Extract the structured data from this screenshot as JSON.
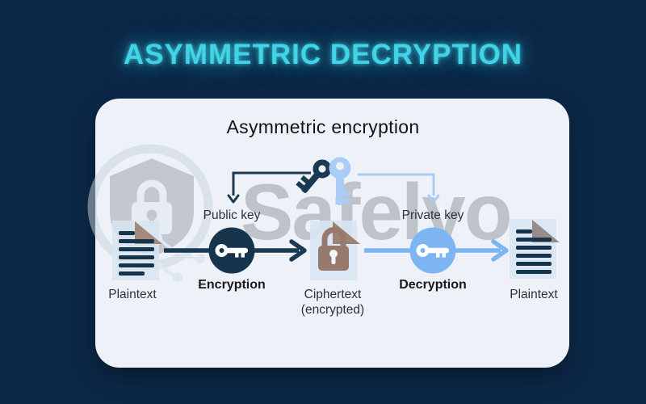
{
  "header": {
    "title": "ASYMMETRIC DECRYPTION"
  },
  "card": {
    "title": "Asymmetric encryption",
    "labels": {
      "public_key": "Public key",
      "private_key": "Private key",
      "plaintext_left": "Plaintext",
      "encryption": "Encryption",
      "ciphertext_line1": "Ciphertext",
      "ciphertext_line2": "(encrypted)",
      "decryption": "Decryption",
      "plaintext_right": "Plaintext"
    }
  },
  "watermark": {
    "text": "Safelyo"
  },
  "icons": {
    "key_pair": "crossed-keys-icon",
    "encryption_key": "white-key-in-dark-circle-icon",
    "decryption_key": "white-key-in-blue-circle-icon",
    "plaintext_document": "document-text-lines-icon",
    "ciphertext_document": "document-with-padlock-icon",
    "watermark_logo": "shield-lock-circuit-icon"
  },
  "colors": {
    "background_navy": "#0c2848",
    "title_cyan": "#40d4e6",
    "card_background": "#eef2f8",
    "dark_navy": "#1b3a52",
    "light_blue": "#7cb5f1",
    "pale_blue": "#a9cdf5",
    "document_fill": "#d8e5f1",
    "fold_brown": "#a5897d",
    "lock_brown": "#97796e",
    "watermark_gray": "#8f959e"
  }
}
